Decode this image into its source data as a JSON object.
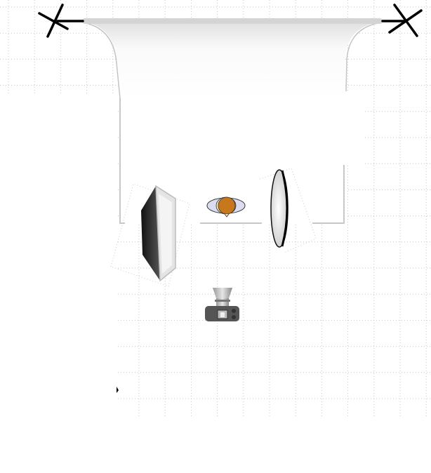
{
  "diagram": {
    "type": "studio-lighting-setup",
    "items": [
      {
        "id": "stand-left",
        "icon": "light-stand-icon"
      },
      {
        "id": "stand-right",
        "icon": "light-stand-icon"
      },
      {
        "id": "backdrop",
        "icon": "paper-backdrop-icon"
      },
      {
        "id": "softbox",
        "icon": "softbox-icon"
      },
      {
        "id": "subject",
        "icon": "person-icon"
      },
      {
        "id": "reflector",
        "icon": "reflector-icon"
      },
      {
        "id": "camera",
        "icon": "camera-icon"
      }
    ],
    "colors": {
      "subject_head": "#c8781c",
      "subject_body": "#dcdcf0",
      "grid": "#c8c8c8"
    }
  }
}
